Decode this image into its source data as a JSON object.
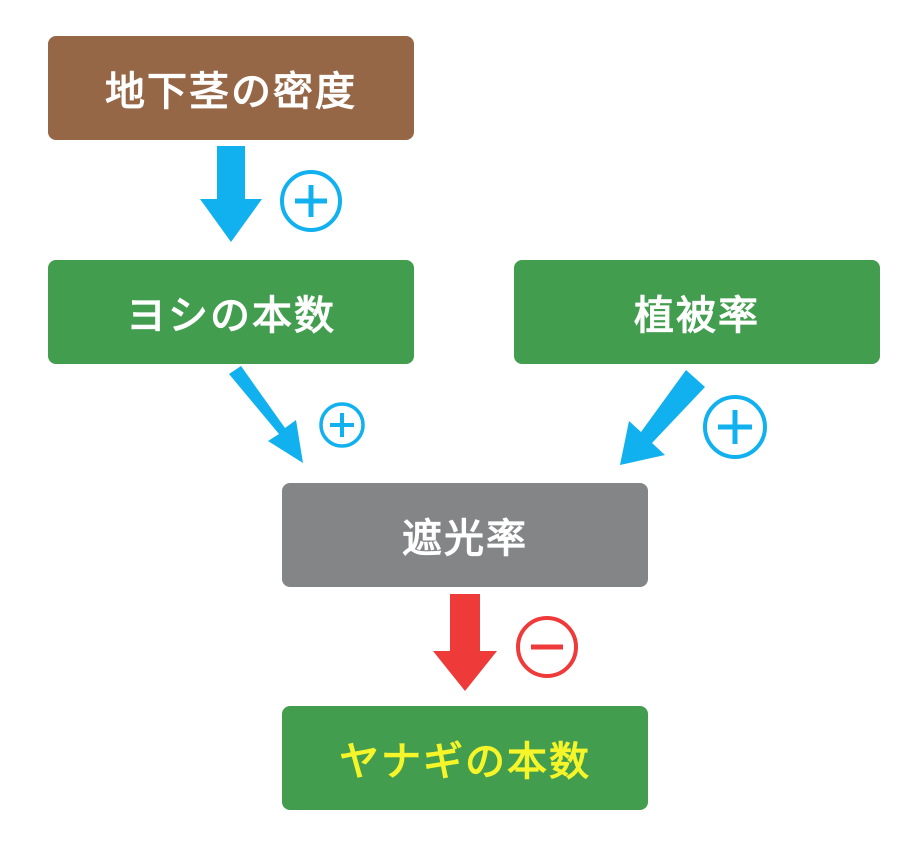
{
  "colors": {
    "rhizome_box": "#956747",
    "green_box": "#439d4f",
    "shade_box": "#838587",
    "white_text": "#ffffff",
    "willow_text": "#f5f52a",
    "positive_arrow": "#11b0ef",
    "negative_arrow": "#ef3a3a"
  },
  "nodes": {
    "rhizome_density": "地下茎の密度",
    "reed_count": "ヨシの本数",
    "vegetation_cover": "植被率",
    "shading_rate": "遮光率",
    "willow_count": "ヤナギの本数"
  },
  "edges": [
    {
      "from": "rhizome_density",
      "to": "reed_count",
      "effect": "positive"
    },
    {
      "from": "reed_count",
      "to": "shading_rate",
      "effect": "positive"
    },
    {
      "from": "vegetation_cover",
      "to": "shading_rate",
      "effect": "positive"
    },
    {
      "from": "shading_rate",
      "to": "willow_count",
      "effect": "negative"
    }
  ]
}
